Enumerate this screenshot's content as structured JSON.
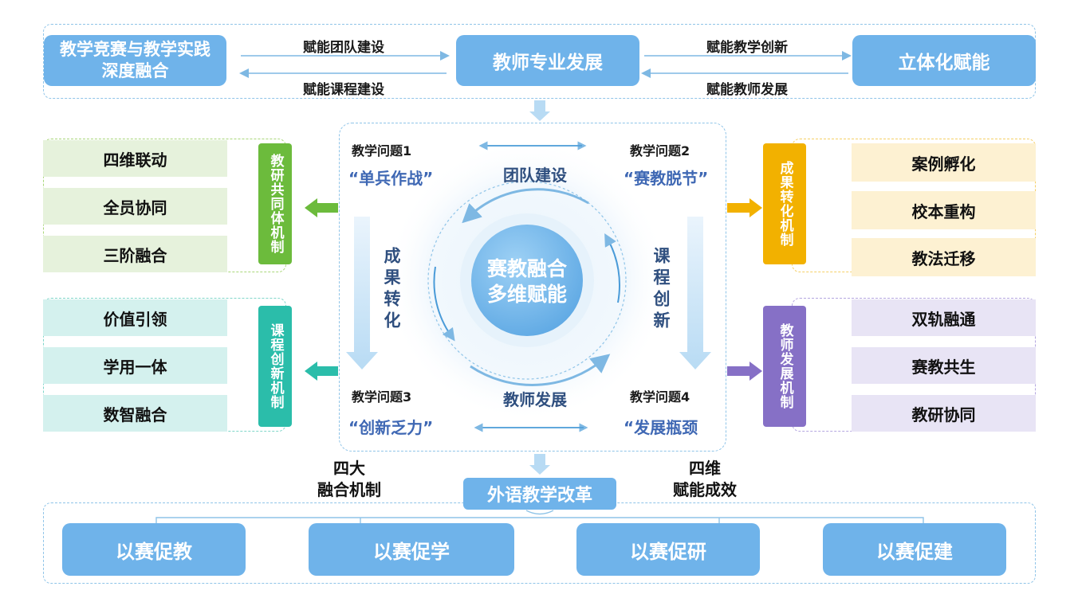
{
  "top": {
    "left_box": [
      "教学竞赛与教学实践",
      "深度融合"
    ],
    "center_box": "教师专业发展",
    "right_box": "立体化赋能",
    "arrow_left_top": "赋能团队建设",
    "arrow_left_bottom": "赋能课程建设",
    "arrow_right_top": "赋能教学创新",
    "arrow_right_bottom": "赋能教师发展"
  },
  "left_groups": [
    {
      "bar": "教研共同体机制",
      "color": "#6cbb3c",
      "items": [
        "四维联动",
        "全员协同",
        "三阶融合"
      ]
    },
    {
      "bar": "课程创新机制",
      "color": "#2bbdaa",
      "items": [
        "价值引领",
        "学用一体",
        "数智融合"
      ]
    }
  ],
  "right_groups": [
    {
      "bar": "成果转化机制",
      "color": "#f2b100",
      "items": [
        "案例孵化",
        "校本重构",
        "教法迁移"
      ]
    },
    {
      "bar": "教师发展机制",
      "color": "#8670c6",
      "items": [
        "双轨融通",
        "赛教共生",
        "教研协同"
      ]
    }
  ],
  "center": {
    "core": [
      "赛教融合",
      "多维赋能"
    ],
    "top_label": "团队建设",
    "bottom_label": "教师发展",
    "left_label": "成果转化",
    "right_label": "课程创新",
    "problems": [
      {
        "title": "教学问题1",
        "quote": "“单兵作战”"
      },
      {
        "title": "教学问题2",
        "quote": "“赛教脱节”"
      },
      {
        "title": "教学问题3",
        "quote": "“创新乏力”"
      },
      {
        "title": "教学问题4",
        "quote": "“发展瓶颈"
      }
    ]
  },
  "labels": {
    "four_big": [
      "四大",
      "融合机制"
    ],
    "four_dim": [
      "四维",
      "赋能成效"
    ]
  },
  "bottom": {
    "title": "外语教学改革",
    "boxes": [
      "以赛促教",
      "以赛促学",
      "以赛促研",
      "以赛促建"
    ]
  }
}
